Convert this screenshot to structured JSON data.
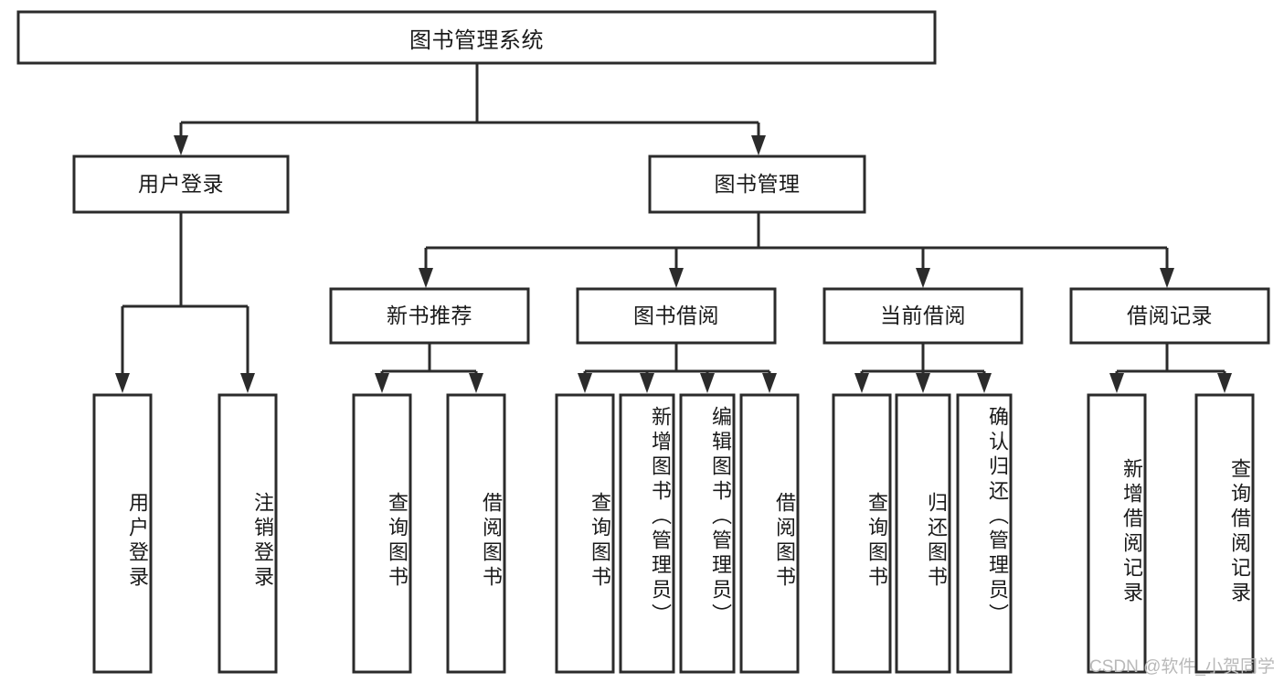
{
  "diagram": {
    "type": "tree",
    "title": "图书管理系统",
    "watermark": "CSDN @软件_小贺同学",
    "colors": {
      "box_stroke": "#2b2b2b",
      "box_fill": "#ffffff",
      "text": "#1a1a1a",
      "watermark": "#b9b9b9",
      "background": "#ffffff"
    },
    "levels": {
      "root": "图书管理系统",
      "level2": [
        "用户登录",
        "图书管理"
      ],
      "level3": [
        "新书推荐",
        "图书借阅",
        "当前借阅",
        "借阅记录"
      ],
      "leaves": [
        "用户登录",
        "注销登录",
        "查询图书",
        "借阅图书",
        "查询图书",
        "新增图书（管理员）",
        "编辑图书（管理员）",
        "借阅图书",
        "查询图书",
        "归还图书",
        "确认归还（管理员）",
        "新增借阅记录",
        "查询借阅记录"
      ]
    },
    "nodes": {
      "root": {
        "label": "图书管理系统"
      },
      "user_login": {
        "label": "用户登录"
      },
      "book_manage": {
        "label": "图书管理"
      },
      "new_book_rec": {
        "label": "新书推荐"
      },
      "book_borrow": {
        "label": "图书借阅"
      },
      "current_borrow": {
        "label": "当前借阅"
      },
      "borrow_record": {
        "label": "借阅记录"
      },
      "leaf_user_login": {
        "label": "用户登录"
      },
      "leaf_logout": {
        "label": "注销登录"
      },
      "leaf_query_book_1": {
        "label": "查询图书"
      },
      "leaf_borrow_book_1": {
        "label": "借阅图书"
      },
      "leaf_query_book_2": {
        "label": "查询图书"
      },
      "leaf_add_book_admin": {
        "label": "新增图书（管理员）"
      },
      "leaf_edit_book_admin": {
        "label": "编辑图书（管理员）"
      },
      "leaf_borrow_book_2": {
        "label": "借阅图书"
      },
      "leaf_query_book_3": {
        "label": "查询图书"
      },
      "leaf_return_book": {
        "label": "归还图书"
      },
      "leaf_confirm_return_admin": {
        "label": "确认归还（管理员）"
      },
      "leaf_add_borrow_record": {
        "label": "新增借阅记录"
      },
      "leaf_query_borrow_record": {
        "label": "查询借阅记录"
      }
    }
  }
}
